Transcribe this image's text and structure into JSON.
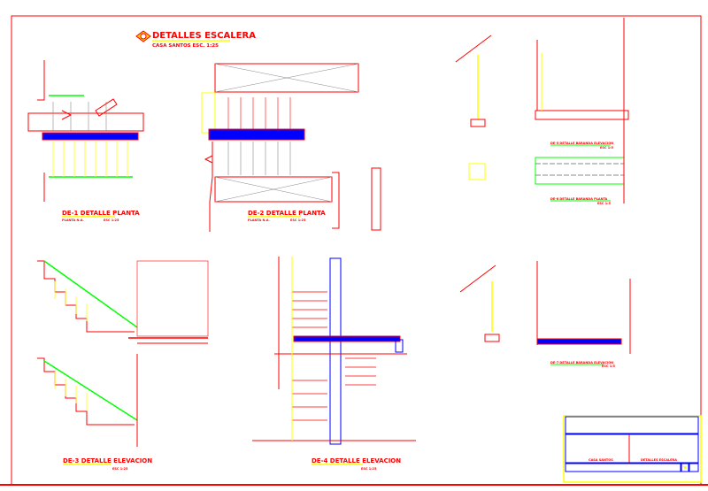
{
  "sheet": {
    "title": "DETALLES ESCALERA",
    "subtitle": "CASA SANTOS   ESC. 1:25",
    "logo_text": "D"
  },
  "details": [
    {
      "code": "DE-1",
      "label": "DE-1 DETALLE PLANTA",
      "note_left": "PLANTA N.A.",
      "note_right": "ESC 1:25"
    },
    {
      "code": "DE-2",
      "label": "DE-2 DETALLE PLANTA",
      "note_left": "PLANTA N.A.",
      "note_right": "ESC 1:25"
    },
    {
      "code": "DE-3",
      "label": "DE-3 DETALLE ELEVACION",
      "note_right": "ESC 1:25"
    },
    {
      "code": "DE-4",
      "label": "DE-4 DETALLE ELEVACION",
      "note_right": "ESC 1:25"
    },
    {
      "code": "DE-5",
      "label": "DE-5 DETALLE BARANDA ELEVACION",
      "note_right": "ESC 1:5"
    },
    {
      "code": "DE-6",
      "label": "DE-6 DETALLE BARANDA PLANTA",
      "note_right": "ESC 1:5"
    },
    {
      "code": "DE-7",
      "label": "DE-7 DETALLE BARANDA ELEVACION",
      "note_right": "ESC 1:5"
    }
  ],
  "title_block": {
    "project": "CASA SANTOS",
    "sheet_name": "DETALLES ESCALERA"
  },
  "colors": {
    "red": "#ff0000",
    "yellow": "#ffff00",
    "green": "#00ff00",
    "blue": "#0000ff",
    "gray": "#808080"
  }
}
